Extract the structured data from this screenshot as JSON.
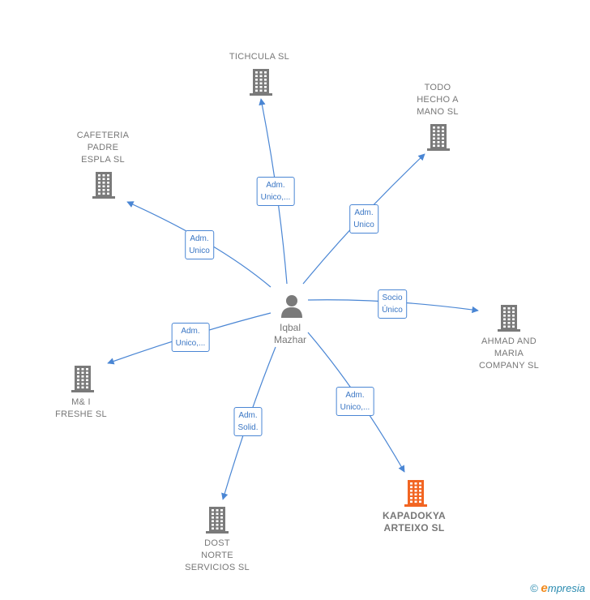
{
  "center": {
    "name": "Iqbal\nMazhar"
  },
  "colors": {
    "edge": "#4a86d4",
    "node": "#7a7a7a",
    "highlight": "#f26522"
  },
  "companies": [
    {
      "id": "tichcula",
      "label": "TICHCULA  SL",
      "highlight": false
    },
    {
      "id": "todo",
      "label": "TODO\nHECHO A\nMANO  SL",
      "highlight": false
    },
    {
      "id": "cafeteria",
      "label": "CAFETERIA\nPADRE\nESPLA  SL",
      "highlight": false
    },
    {
      "id": "ahmad",
      "label": "AHMAD AND\nMARIA\nCOMPANY  SL",
      "highlight": false
    },
    {
      "id": "mi",
      "label": "M& I\nFRESHE  SL",
      "highlight": false
    },
    {
      "id": "kapadokya",
      "label": "KAPADOKYA\nARTEIXO  SL",
      "highlight": true
    },
    {
      "id": "dost",
      "label": "DOST\nNORTE\nSERVICIOS SL",
      "highlight": false
    }
  ],
  "relations": [
    {
      "target": "tichcula",
      "label": "Adm.\nUnico,..."
    },
    {
      "target": "todo",
      "label": "Adm.\nUnico"
    },
    {
      "target": "cafeteria",
      "label": "Adm.\nUnico"
    },
    {
      "target": "ahmad",
      "label": "Socio\nÚnico"
    },
    {
      "target": "mi",
      "label": "Adm.\nUnico,..."
    },
    {
      "target": "kapadokya",
      "label": "Adm.\nUnico,..."
    },
    {
      "target": "dost",
      "label": "Adm.\nSolid."
    }
  ],
  "footer": {
    "copyright": "©",
    "brand_initial": "e",
    "brand_rest": "mpresia"
  }
}
